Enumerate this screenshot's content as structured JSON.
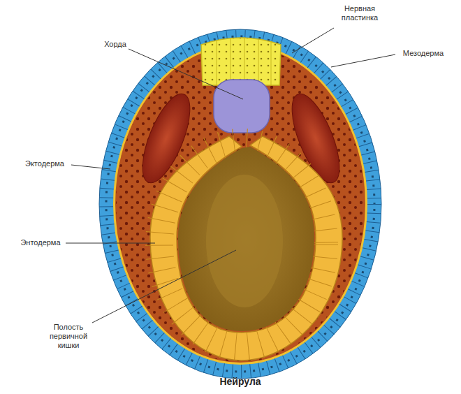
{
  "diagram": {
    "caption": "Нейрула",
    "labels": [
      "Нервная пластинка",
      "Хорда",
      "Мезодерма",
      "Эктодерма",
      "Энтодерма",
      "Полость первичной кишки"
    ]
  }
}
